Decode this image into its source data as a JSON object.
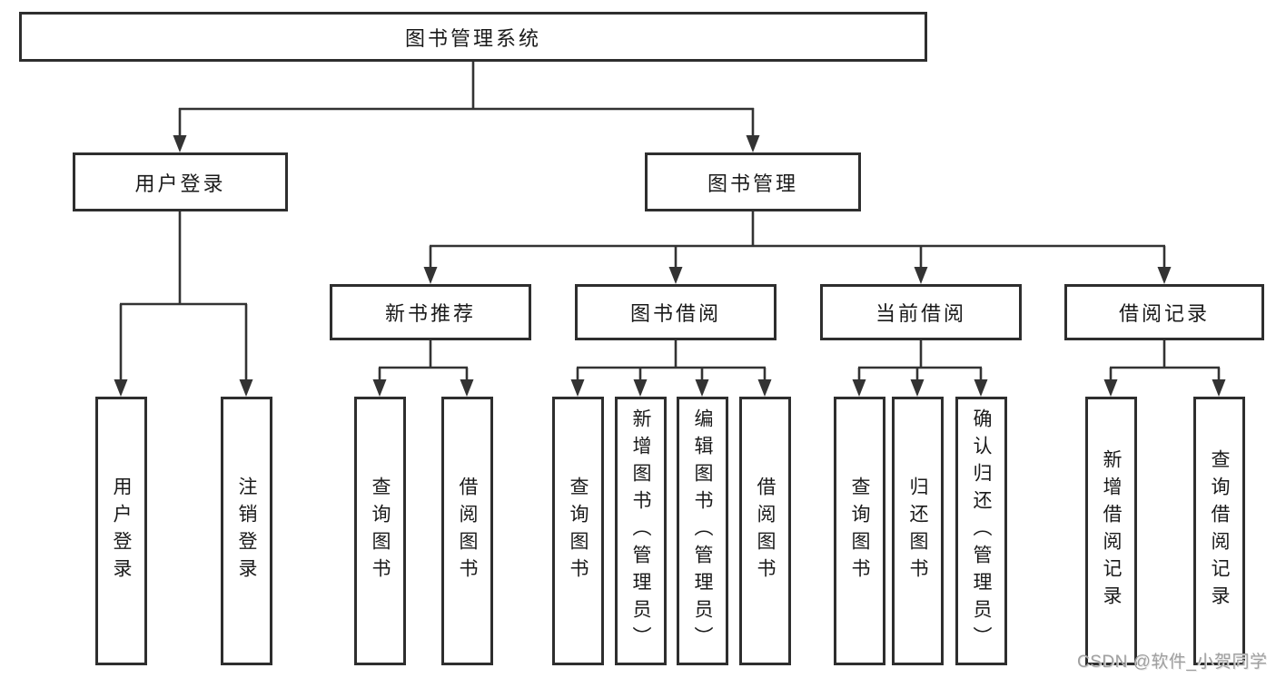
{
  "tree": {
    "root": {
      "label": "图书管理系统"
    },
    "user_login": {
      "label": "用户登录",
      "children": [
        {
          "label": "用户登录"
        },
        {
          "label": "注销登录"
        }
      ]
    },
    "book_mgmt": {
      "label": "图书管理",
      "sections": {
        "new_book": {
          "label": "新书推荐",
          "children": [
            {
              "label": "查询图书"
            },
            {
              "label": "借阅图书"
            }
          ]
        },
        "borrow": {
          "label": "图书借阅",
          "children": [
            {
              "label": "查询图书"
            },
            {
              "label": "新增图书（管理员）"
            },
            {
              "label": "编辑图书（管理员）"
            },
            {
              "label": "借阅图书"
            }
          ]
        },
        "current": {
          "label": "当前借阅",
          "children": [
            {
              "label": "查询图书"
            },
            {
              "label": "归还图书"
            },
            {
              "label": "确认归还（管理员）"
            }
          ]
        },
        "record": {
          "label": "借阅记录",
          "children": [
            {
              "label": "新增借阅记录"
            },
            {
              "label": "查询借阅记录"
            }
          ]
        }
      }
    }
  },
  "watermark": {
    "text": "CSDN @软件_小贺同学"
  },
  "colors": {
    "line": "#333333",
    "box_border": "#2e2e2e",
    "text": "#1a1a1a",
    "background": "#ffffff",
    "watermark": "#9f9f9f"
  }
}
